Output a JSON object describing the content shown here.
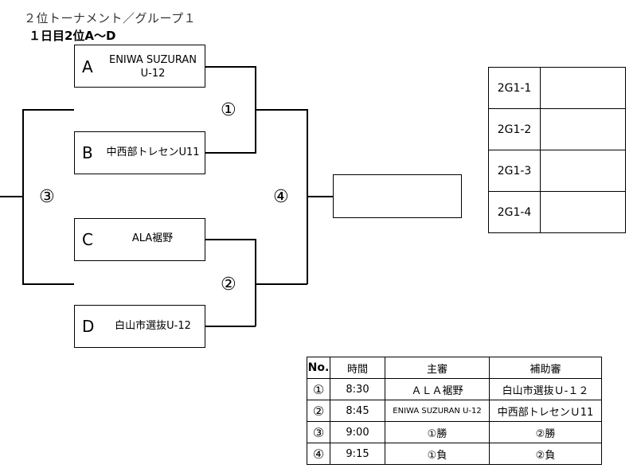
{
  "header": {
    "title": "２位トーナメント／グループ１",
    "subtitle": "１日目2位A～D"
  },
  "teams": [
    {
      "letter": "A",
      "name_line1": "ENIWA SUZURAN",
      "name_line2": "U-12"
    },
    {
      "letter": "B",
      "name_line1": "中西部トレセンU11",
      "name_line2": ""
    },
    {
      "letter": "C",
      "name_line1": "ALA裾野",
      "name_line2": ""
    },
    {
      "letter": "D",
      "name_line1": "白山市選抜U-12",
      "name_line2": ""
    }
  ],
  "matches": {
    "m1": "①",
    "m2": "②",
    "m3": "③",
    "m4": "④"
  },
  "results": [
    "2G1-1",
    "2G1-2",
    "2G1-3",
    "2G1-4"
  ],
  "schedule": {
    "headers": {
      "no": "No.",
      "time": "時間",
      "referee": "主審",
      "assistant": "補助審"
    },
    "rows": [
      {
        "no": "①",
        "time": "8:30",
        "referee": "ＡＬＡ裾野",
        "assistant": "白山市選抜Ｕ-１２"
      },
      {
        "no": "②",
        "time": "8:45",
        "referee": "ENIWA SUZURAN U-12",
        "assistant": "中西部トレセンＵ11"
      },
      {
        "no": "③",
        "time": "9:00",
        "referee": "①勝",
        "assistant": "②勝"
      },
      {
        "no": "④",
        "time": "9:15",
        "referee": "①負",
        "assistant": "②負"
      }
    ]
  }
}
